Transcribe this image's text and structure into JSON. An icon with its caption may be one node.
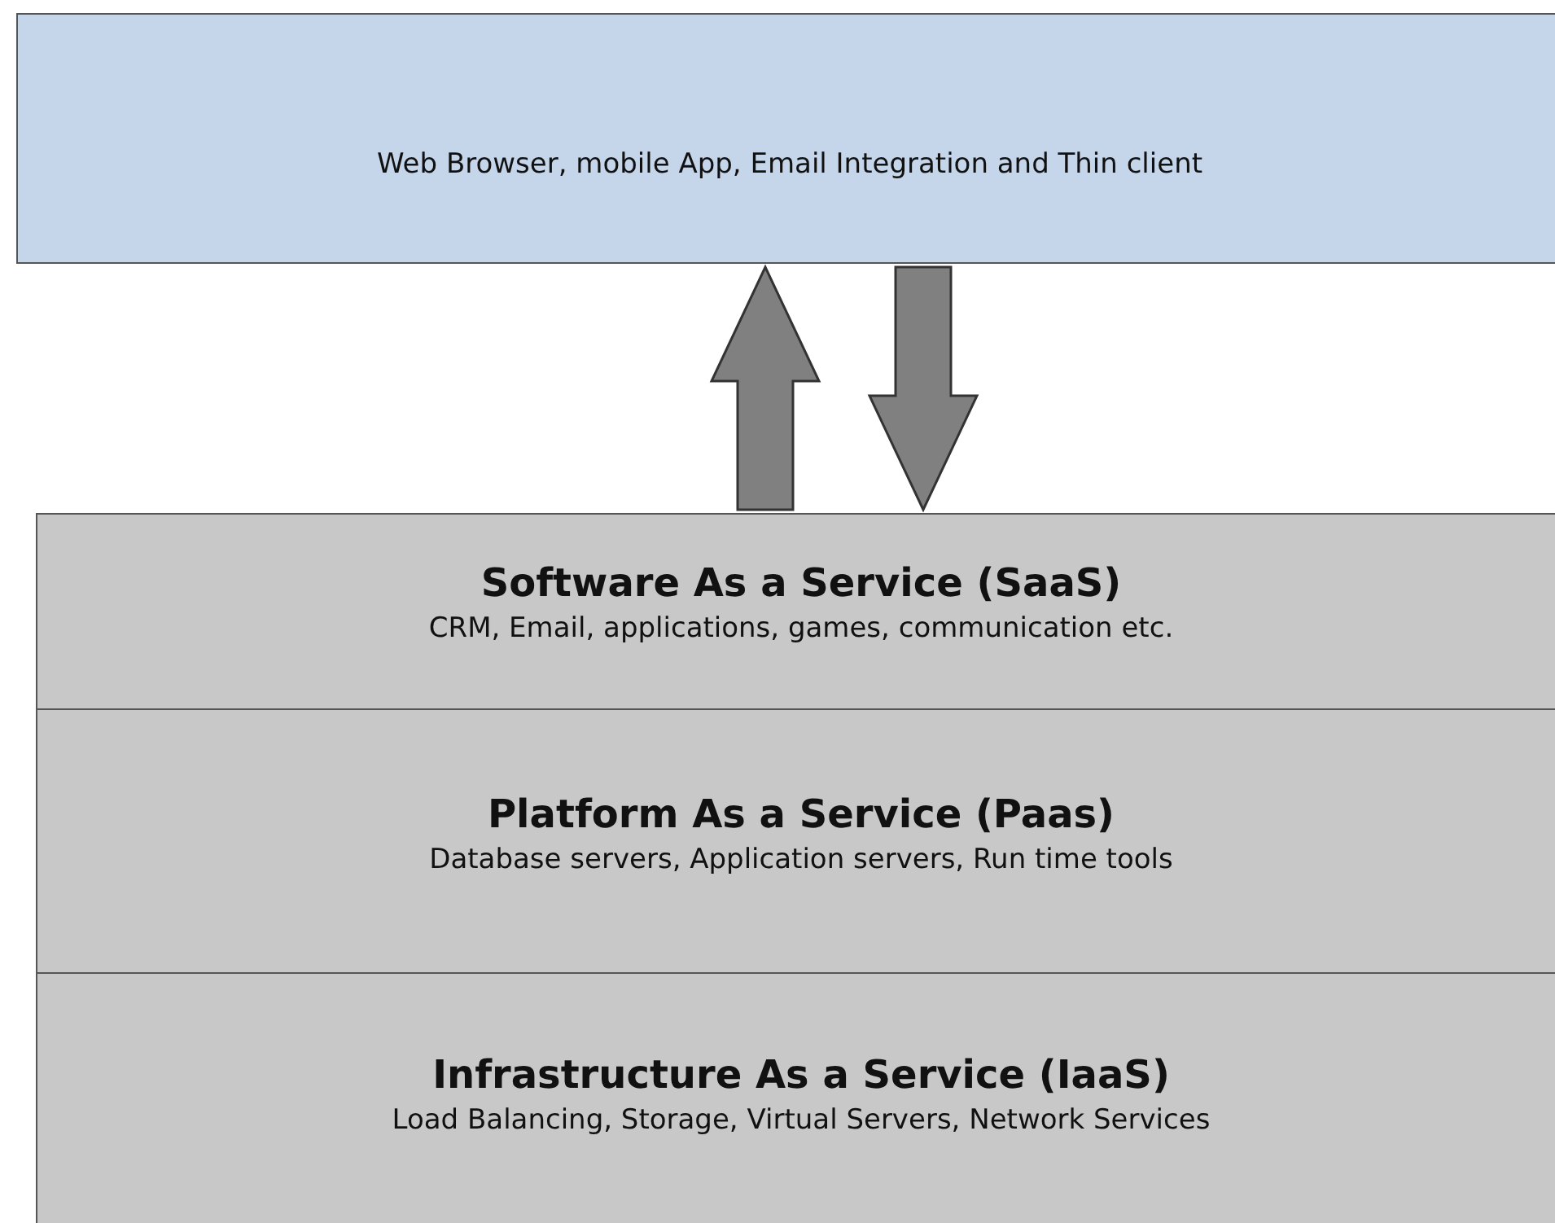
{
  "diagram": {
    "nodes": [
      {
        "text": [
          "Web Browser, mobile App, Email Integration and Thin client"
        ]
      },
      {
        "text": [
          "Software As a Service (SaaS)",
          "CRM, Email, applications, games, communication etc."
        ]
      },
      {
        "text": [
          "Platform As a Service (Paas)",
          "Database servers, Application servers, Run time tools"
        ]
      },
      {
        "text": [
          "Infrastructure As a Service (IaaS)",
          "Load Balancing, Storage, Virtual Servers, Network Services"
        ]
      }
    ],
    "edges": [
      {
        "from": 1,
        "to": 0,
        "arrow": "to",
        "style": "thick"
      },
      {
        "from": 0,
        "to": 1,
        "arrow": "to",
        "style": "thick"
      }
    ]
  }
}
